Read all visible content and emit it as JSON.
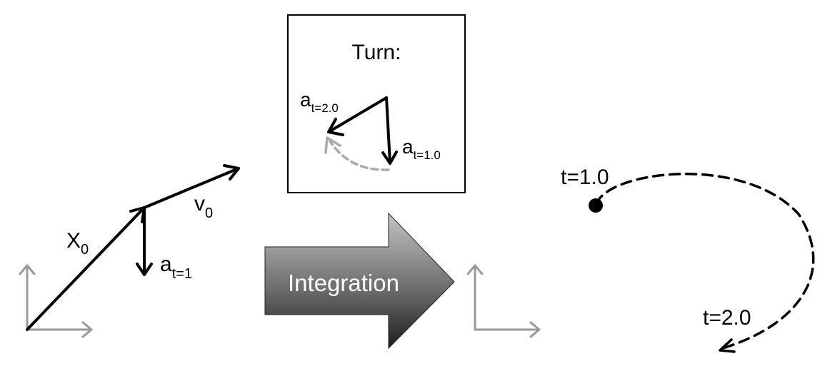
{
  "left": {
    "x0": {
      "main": "X",
      "sub": "0"
    },
    "v0": {
      "main": "v",
      "sub": "0"
    },
    "accel": {
      "main": "a",
      "sub": "t=1"
    }
  },
  "turn_box": {
    "title": "Turn:",
    "a_t2": {
      "main": "a",
      "sub": "t=2.0"
    },
    "a_t1": {
      "main": "a",
      "sub": "t=1.0"
    }
  },
  "integration_arrow": {
    "label": "Integration"
  },
  "right": {
    "t1": "t=1.0",
    "t2": "t=2.0"
  },
  "colors": {
    "axes": "#999999",
    "turn_arc": "#aaaaaa",
    "arrow_dark": "#111111",
    "arrow_light": "#b8b8b8"
  }
}
